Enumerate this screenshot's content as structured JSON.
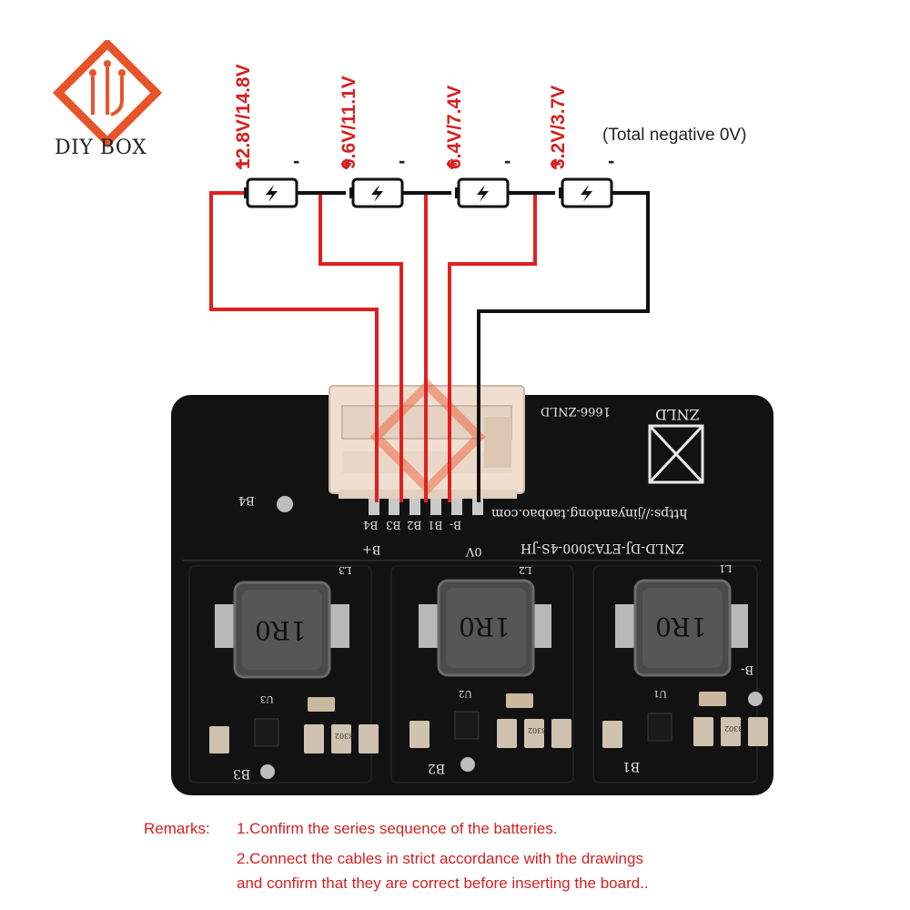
{
  "logo": {
    "text": "DIY BOX",
    "brand_color": "#e8542a",
    "icon": "diy-box-logo"
  },
  "voltages": [
    {
      "label": "12.8V/14.8V",
      "plus": "+",
      "minus": "-"
    },
    {
      "label": "9.6V/11.1V",
      "plus": "+",
      "minus": "-"
    },
    {
      "label": "6.4V/7.4V",
      "plus": "+",
      "minus": "-"
    },
    {
      "label": "3.2V/3.7V",
      "plus": "+",
      "minus": "-"
    }
  ],
  "total_negative": "(Total negative 0V)",
  "battery_icon": "battery-bolt-icon",
  "wire_colors": {
    "positive": "#e02020",
    "negative": "#111111"
  },
  "board": {
    "pins": [
      "B4",
      "B3",
      "B2",
      "B1",
      "B-"
    ],
    "pin_group_left": "B+",
    "pin_group_right": "0V",
    "part_code": "1666-ZNLD",
    "brand_mark": "ZNLD",
    "url": "https://jinyandong.taobao.com",
    "model": "ZNLD-DJ-ETA3000-4S-JH",
    "corner_label": "B4",
    "side_label": "B-",
    "inductor_marking": "1R0",
    "inductor_refs": [
      "L3",
      "L2",
      "L1"
    ],
    "chip_refs": [
      "U3",
      "U2",
      "U1"
    ],
    "cell_labels": [
      "B3",
      "B2",
      "B1"
    ],
    "resistor_code": "3302",
    "board_color": "#121212",
    "connector_color": "#f0ded0"
  },
  "remarks": {
    "lead": "Remarks:",
    "lines": [
      "1.Confirm the series sequence of the batteries.",
      "2.Connect the cables in strict accordance with the drawings",
      "and confirm that they are correct before inserting the board.."
    ]
  }
}
